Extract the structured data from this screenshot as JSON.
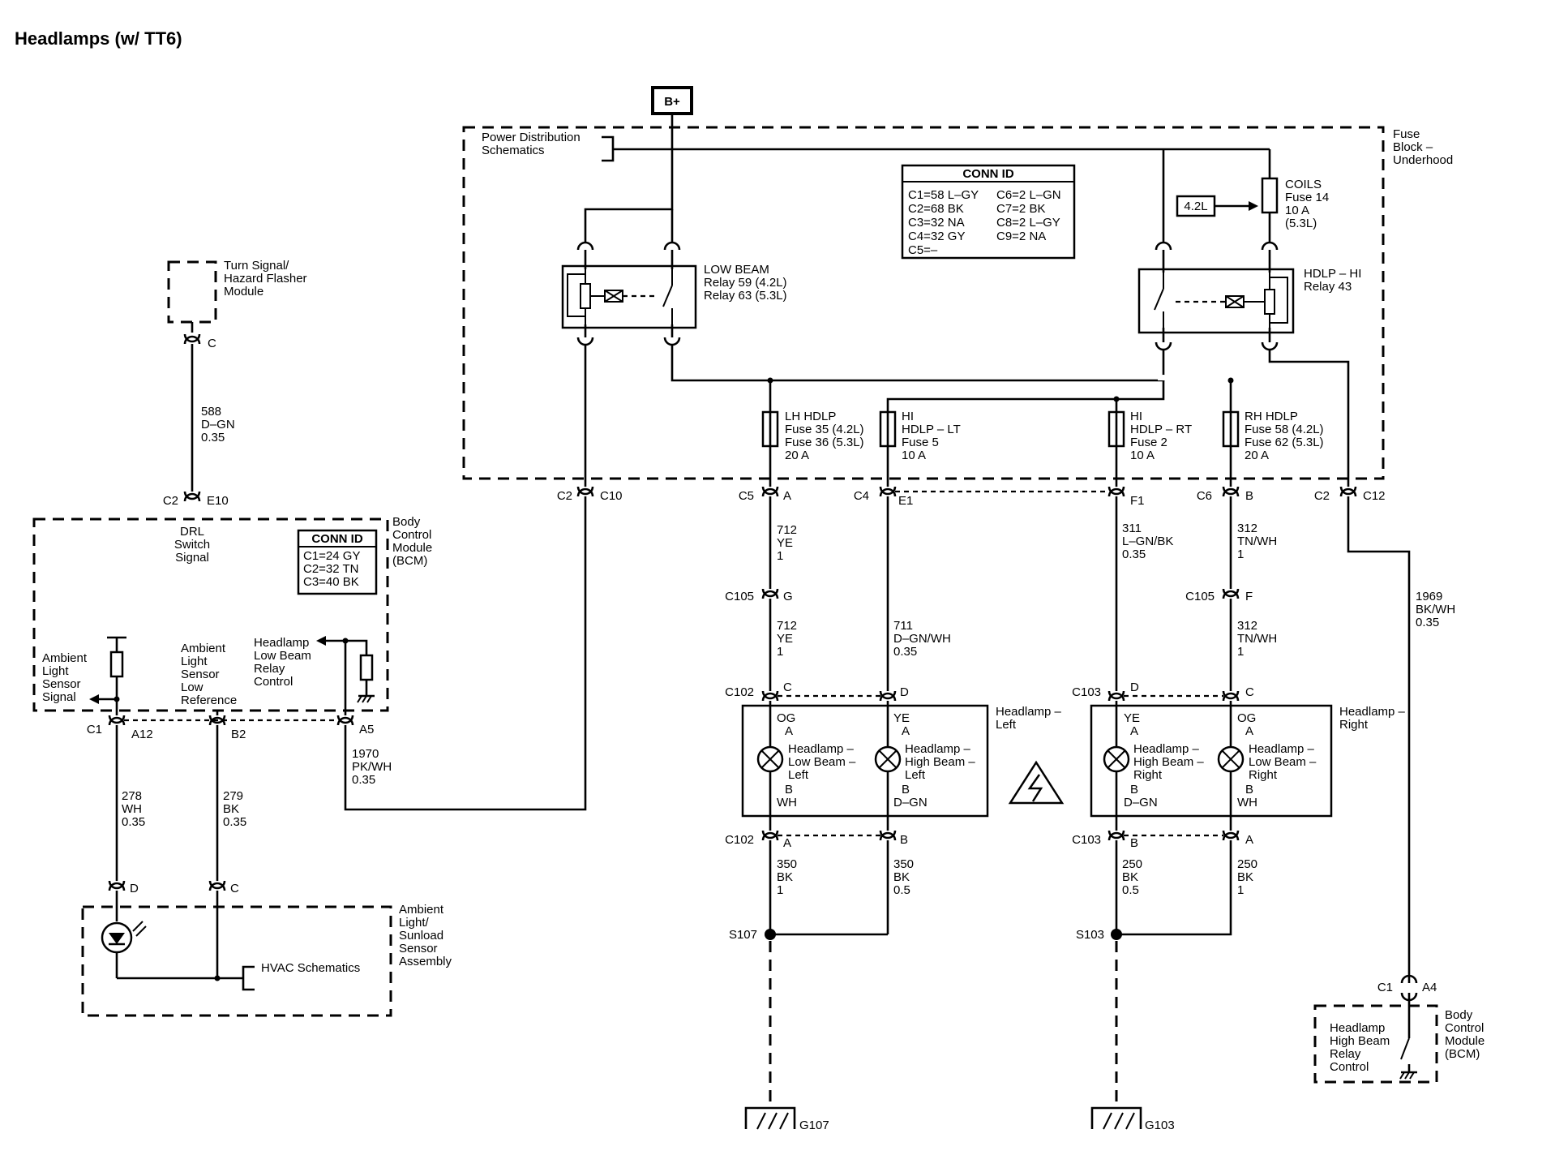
{
  "title": "Headlamps (w/ TT6)",
  "power": {
    "bplus": "B+"
  },
  "pdist": {
    "line1": "Power Distribution",
    "line2": "Schematics"
  },
  "fuse_block": [
    "Fuse",
    "Block –",
    "Underhood"
  ],
  "conn_id_fb": {
    "header": "CONN ID",
    "rows": [
      [
        "C1=58 L–GY",
        "C6=2 L–GN"
      ],
      [
        "C2=68 BK",
        "C7=2 BK"
      ],
      [
        "C3=32 NA",
        "C8=2 L–GY"
      ],
      [
        "C4=32 GY",
        "C9=2 NA"
      ],
      [
        "C5=–",
        ""
      ]
    ]
  },
  "low_beam_relay": [
    "LOW BEAM",
    "Relay 59 (4.2L)",
    "Relay 63 (5.3L)"
  ],
  "hdlp_hi_relay": [
    "HDLP – HI",
    "Relay 43"
  ],
  "coils_fuse": [
    "COILS",
    "Fuse 14",
    "10 A",
    "(5.3L)"
  ],
  "engine_tag": "4.2L",
  "fuses": {
    "lh": [
      "LH HDLP",
      "Fuse 35 (4.2L)",
      "Fuse 36 (5.3L)",
      "20 A"
    ],
    "hi_lt": [
      "HI",
      "HDLP – LT",
      "Fuse 5",
      "10 A"
    ],
    "hi_rt": [
      "HI",
      "HDLP – RT",
      "Fuse 2",
      "10 A"
    ],
    "rh": [
      "RH HDLP",
      "Fuse 58 (4.2L)",
      "Fuse 62 (5.3L)",
      "20 A"
    ]
  },
  "turn_module": [
    "Turn Signal/",
    "Hazard Flasher",
    "Module"
  ],
  "bcm": {
    "label": [
      "Body",
      "Control",
      "Module",
      "(BCM)"
    ],
    "drl": [
      "DRL",
      "Switch",
      "Signal"
    ],
    "conn_id": {
      "header": "CONN ID",
      "rows": [
        "C1=24 GY",
        "C2=32 TN",
        "C3=40 BK"
      ]
    },
    "ambient_signal": [
      "Ambient",
      "Light",
      "Sensor",
      "Signal"
    ],
    "ambient_low": [
      "Ambient",
      "Light",
      "Sensor",
      "Low",
      "Reference"
    ],
    "headlamp_low": [
      "Headlamp",
      "Low Beam",
      "Relay",
      "Control"
    ]
  },
  "bcm2": {
    "label": [
      "Body",
      "Control",
      "Module",
      "(BCM)"
    ],
    "control": [
      "Headlamp",
      "High Beam",
      "Relay",
      "Control"
    ]
  },
  "ambient_sensor": {
    "label": [
      "Ambient",
      "Light/",
      "Sunload",
      "Sensor",
      "Assembly"
    ],
    "hvac": "HVAC Schematics"
  },
  "headlamp_left": {
    "label": [
      "Headlamp –",
      "Left"
    ],
    "low": [
      "Headlamp –",
      "Low Beam –",
      "Left"
    ],
    "high": [
      "Headlamp –",
      "High Beam –",
      "Left"
    ]
  },
  "headlamp_right": {
    "label": [
      "Headlamp –",
      "Right"
    ],
    "high": [
      "Headlamp –",
      "High Beam –",
      "Right"
    ],
    "low": [
      "Headlamp –",
      "Low Beam –",
      "Right"
    ]
  },
  "wires": {
    "w588": [
      "588",
      "D–GN",
      "0.35"
    ],
    "w278": [
      "278",
      "WH",
      "0.35"
    ],
    "w279": [
      "279",
      "BK",
      "0.35"
    ],
    "w1970": [
      "1970",
      "PK/WH",
      "0.35"
    ],
    "w712a": [
      "712",
      "YE",
      "1"
    ],
    "w712b": [
      "712",
      "YE",
      "1"
    ],
    "w711": [
      "711",
      "D–GN/WH",
      "0.35"
    ],
    "w311": [
      "311",
      "L–GN/BK",
      "0.35"
    ],
    "w312a": [
      "312",
      "TN/WH",
      "1"
    ],
    "w312b": [
      "312",
      "TN/WH",
      "1"
    ],
    "w1969": [
      "1969",
      "BK/WH",
      "0.35"
    ],
    "w350a": [
      "350",
      "BK",
      "1"
    ],
    "w350b": [
      "350",
      "BK",
      "0.5"
    ],
    "w250a": [
      "250",
      "BK",
      "0.5"
    ],
    "w250b": [
      "250",
      "BK",
      "1"
    ]
  },
  "pins": {
    "c": "C",
    "c2": "C2",
    "e10": "E10",
    "c10": "C10",
    "c5": "C5",
    "a": "A",
    "c4": "C4",
    "e1": "E1",
    "f1": "F1",
    "c6": "C6",
    "b": "B",
    "c12": "C12",
    "c105": "C105",
    "g": "G",
    "f": "F",
    "c102": "C102",
    "d": "D",
    "c103": "C103",
    "c1": "C1",
    "a12": "A12",
    "b2": "B2",
    "a5": "A5",
    "a4": "A4",
    "og": "OG",
    "ye": "YE",
    "wh": "WH",
    "dgn": "D–GN"
  },
  "splices": {
    "s107": "S107",
    "s103": "S103"
  },
  "grounds": {
    "g107": "G107",
    "g103": "G103"
  }
}
